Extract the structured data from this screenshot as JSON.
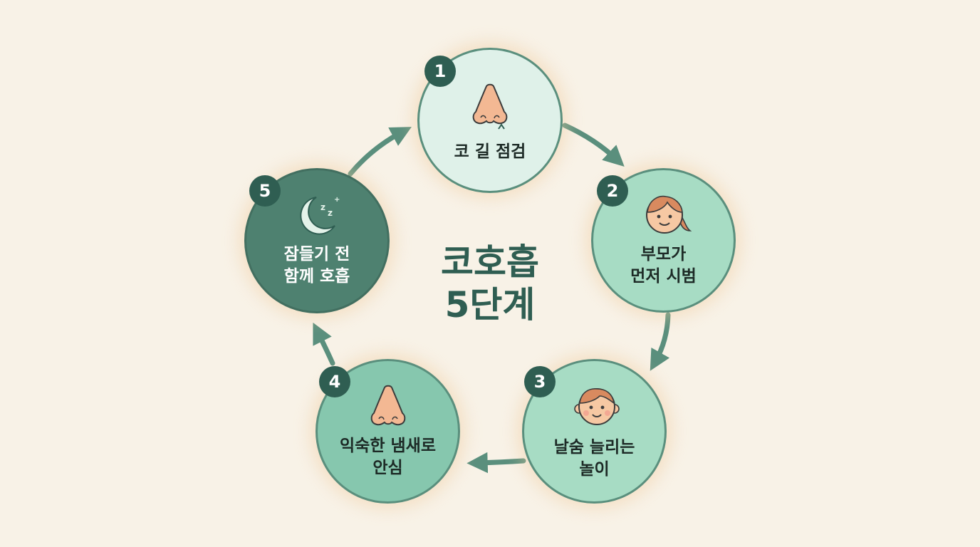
{
  "title": "코호흡\n5단계",
  "colors": {
    "background": "#f8f2e7",
    "accent_dark": "#2f5e52",
    "arrow": "#5a8f7d",
    "step1_fill": "#dff1e9",
    "step2_fill": "#a7dcc4",
    "step3_fill": "#a7dcc4",
    "step4_fill": "#86c7ae",
    "step5_fill": "#4e8170"
  },
  "steps": [
    {
      "number": "1",
      "label": "코 길 점검",
      "icon": "nose-icon"
    },
    {
      "number": "2",
      "label": "부모가\n먼저 시범",
      "icon": "parent-face-icon"
    },
    {
      "number": "3",
      "label": "날숨 늘리는\n놀이",
      "icon": "child-face-icon"
    },
    {
      "number": "4",
      "label": "익숙한 냄새로\n안심",
      "icon": "nose-icon"
    },
    {
      "number": "5",
      "label": "잠들기 전\n함께 호흡",
      "icon": "moon-sleep-icon"
    }
  ]
}
